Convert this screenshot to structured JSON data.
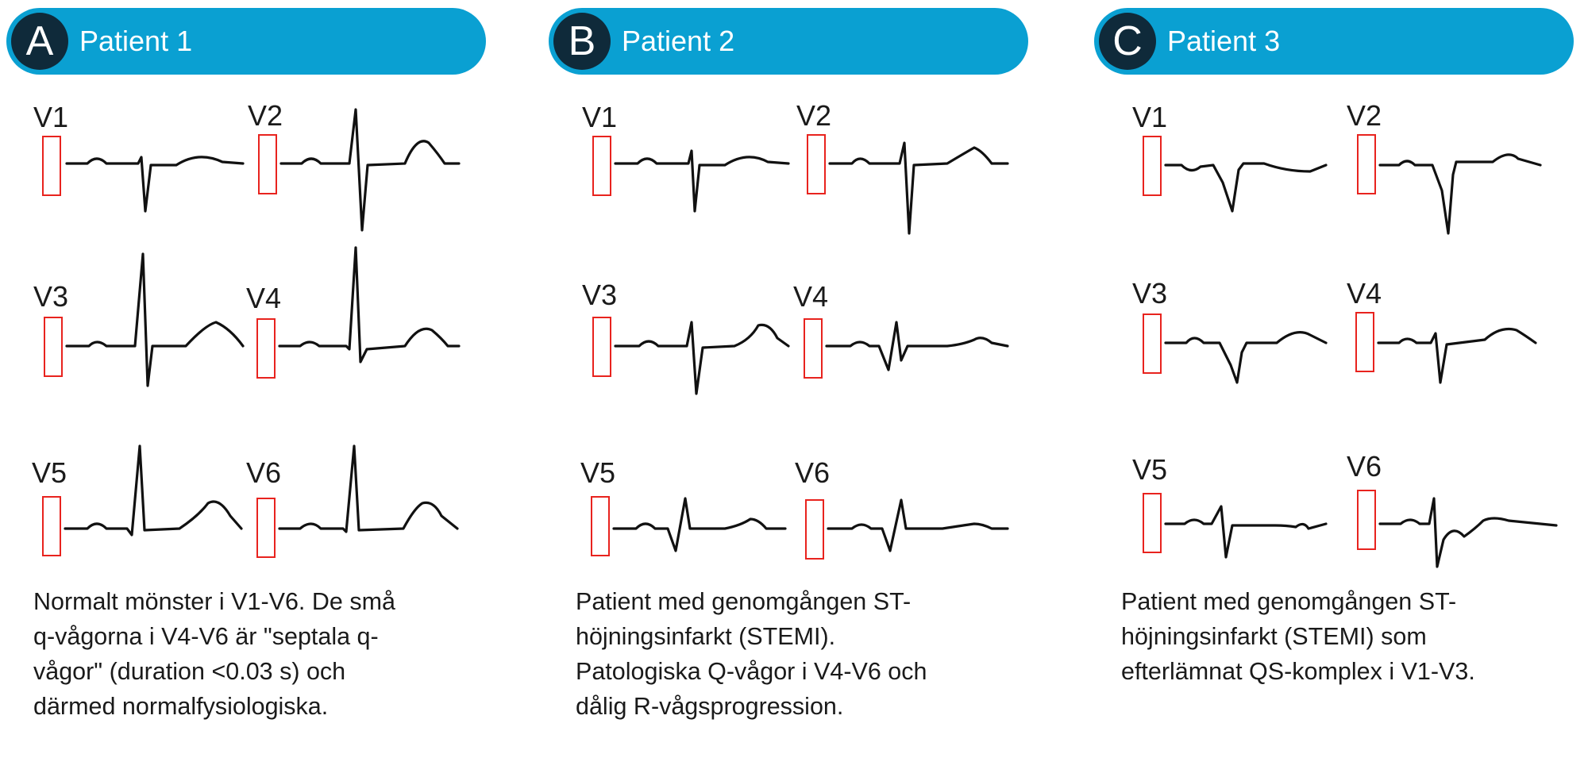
{
  "panels": [
    {
      "letter": "A",
      "title": "Patient 1",
      "caption": "Normalt mönster i V1-V6. De små\nq-vågorna i V4-V6 är \"septala q-\nvågor\" (duration <0.03 s) och\ndärmed normalfysiologiska.",
      "leads": [
        "V1",
        "V2",
        "V3",
        "V4",
        "V5",
        "V6"
      ]
    },
    {
      "letter": "B",
      "title": "Patient 2",
      "caption": "Patient med genomgången ST-\nhöjningsinfarkt (STEMI).\nPatologiska Q-vågor i V4-V6 och\ndålig R-vågsprogression.",
      "leads": [
        "V1",
        "V2",
        "V3",
        "V4",
        "V5",
        "V6"
      ]
    },
    {
      "letter": "C",
      "title": "Patient 3",
      "caption": "Patient med genomgången ST-\nhöjningsinfarkt (STEMI) som\nefterlämnat QS-komplex i V1-V3.",
      "leads": [
        "V1",
        "V2",
        "V3",
        "V4",
        "V5",
        "V6"
      ]
    }
  ],
  "colors": {
    "header_bg": "#0aa0d2",
    "badge_bg": "#0f2a3a",
    "calibration": "#e8231e",
    "trace": "#111111"
  }
}
